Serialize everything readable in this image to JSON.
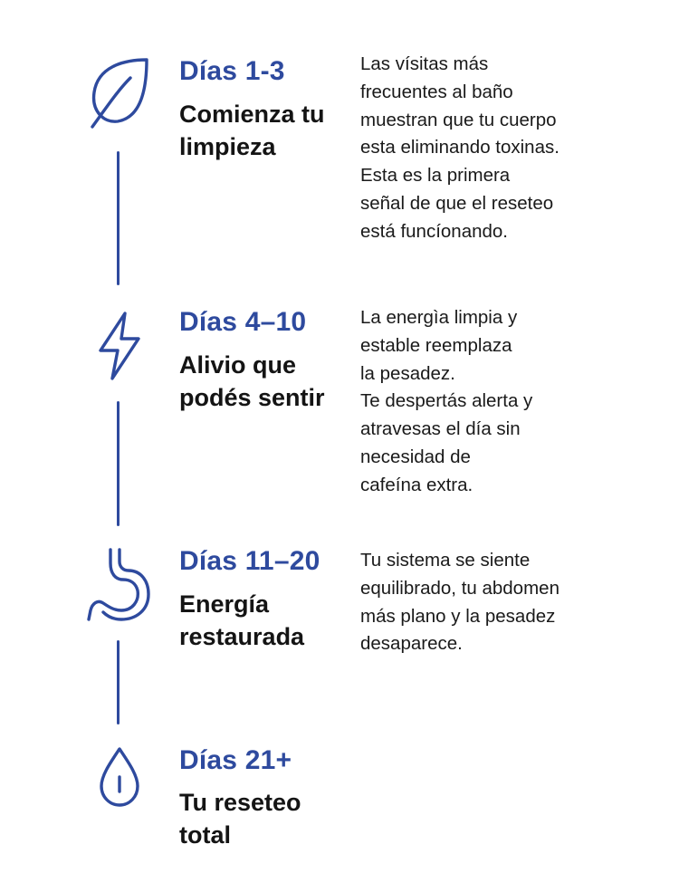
{
  "colors": {
    "accent": "#2E4A9E",
    "text": "#141414",
    "background": "#ffffff"
  },
  "steps": [
    {
      "icon": "leaf-icon",
      "title": "Días 1-3",
      "subtitle": "Comienza tu limpieza",
      "lines": [
        "Las vísitas más",
        "frecuentes al baño",
        "muestran que tu cuerpo",
        "esta eliminando toxinas.",
        "Esta es la primera",
        "señal de que el reseteo",
        "está funcíonando."
      ]
    },
    {
      "icon": "lightning-bolt-icon",
      "title": "Días 4–10",
      "subtitle": "Alivio que podés sentir",
      "lines": [
        "La energìa limpia y",
        "estable reemplaza",
        "la pesadez.",
        "Te despertás alerta y",
        "atravesas el día sin",
        "necesidad de",
        "cafeína extra."
      ]
    },
    {
      "icon": "stomach-icon",
      "title": "Días 11–20",
      "subtitle": "Energía restaurada",
      "lines": [
        "Tu sistema se siente",
        "equilibrado, tu abdomen",
        "más plano y la pesadez",
        "desaparece."
      ]
    },
    {
      "icon": "water-drop-icon",
      "title": "Días 21+",
      "subtitle": "Tu reseteo total",
      "lines": []
    }
  ]
}
